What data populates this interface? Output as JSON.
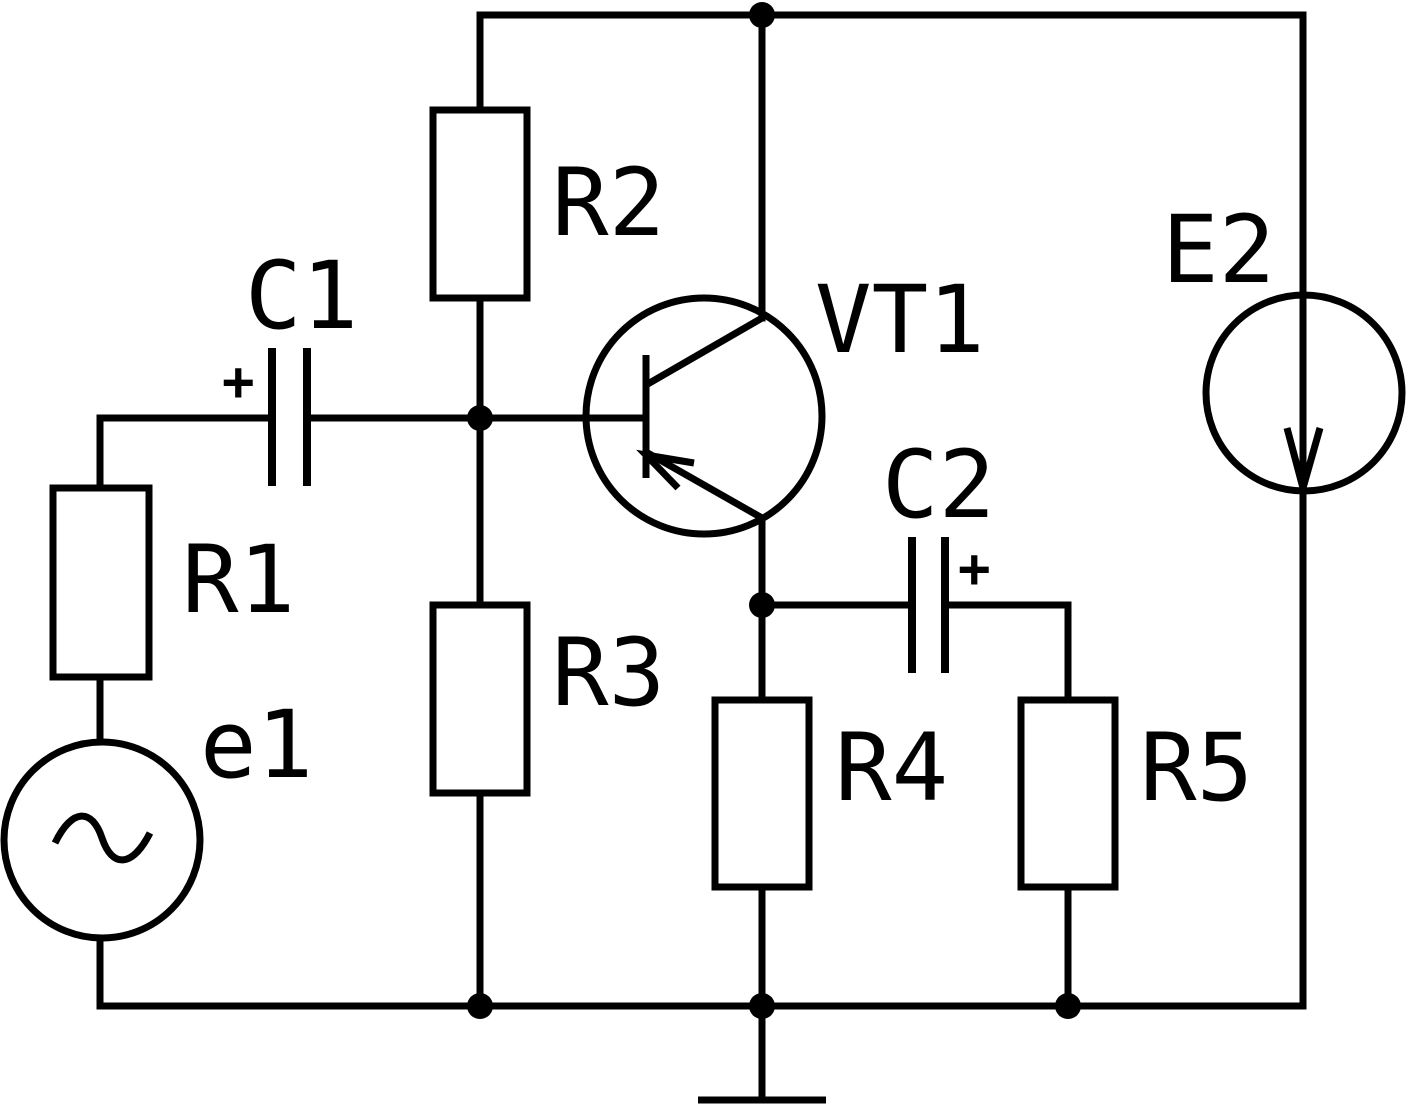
{
  "labels": {
    "R1": "R1",
    "R2": "R2",
    "R3": "R3",
    "R4": "R4",
    "R5": "R5",
    "C1": "C1",
    "C2": "C2",
    "VT1": "VT1",
    "E2": "E2",
    "e1": "e1",
    "C1_polarity": "+",
    "C2_polarity": "+"
  },
  "colors": {
    "ink": "#000000",
    "background": "#ffffff"
  }
}
